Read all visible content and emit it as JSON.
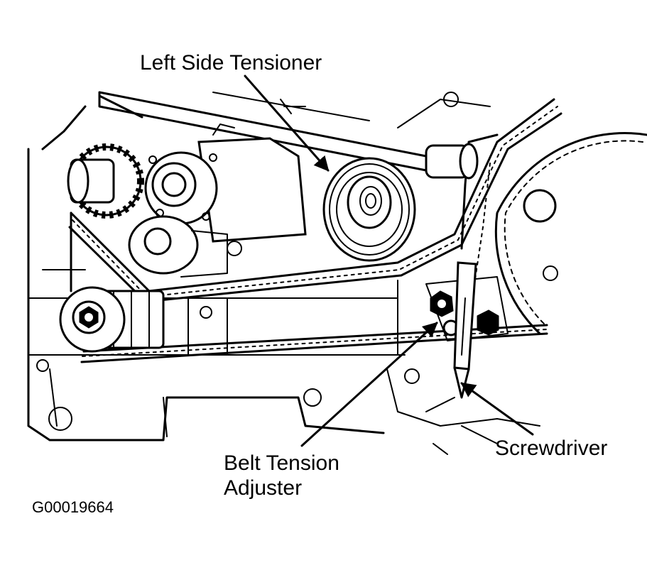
{
  "labels": {
    "left_side_tensioner": "Left Side Tensioner",
    "belt_tension_adjuster_line1": "Belt Tension",
    "belt_tension_adjuster_line2": "Adjuster",
    "screwdriver": "Screwdriver",
    "figure_code": "G00019664"
  },
  "colors": {
    "ink": "#000000",
    "paper": "#ffffff"
  }
}
